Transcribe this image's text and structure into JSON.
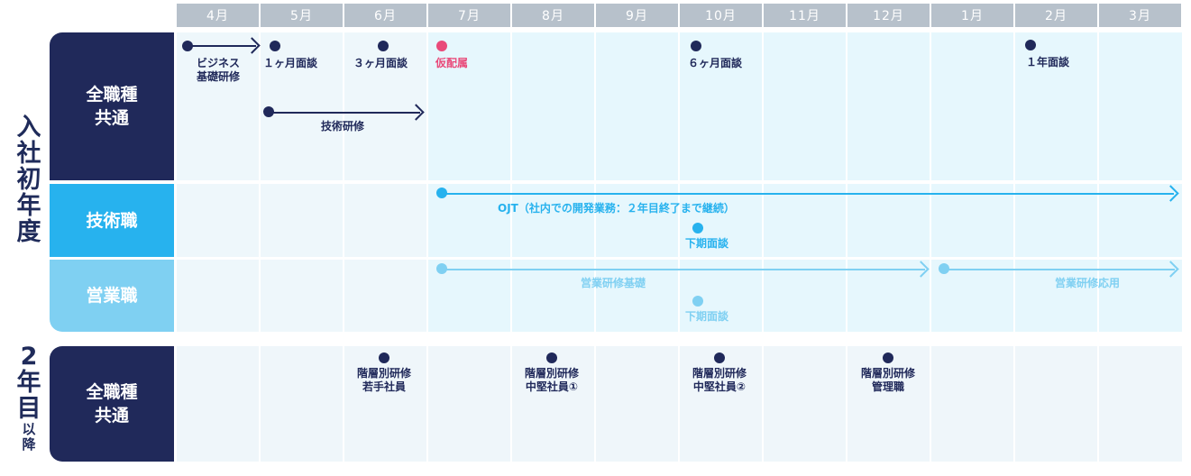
{
  "months": [
    "4月",
    "5月",
    "6月",
    "7月",
    "8月",
    "9月",
    "10月",
    "11月",
    "12月",
    "1月",
    "2月",
    "3月"
  ],
  "colors": {
    "navy": "#20295a",
    "blue": "#27b2ee",
    "lightblue": "#7fd0f2",
    "pink": "#e94a7a",
    "header_gray": "#b7c1cb",
    "cell_light": "#eaf7fd"
  },
  "section_first_year": {
    "vertical_label": [
      "入",
      "社",
      "初",
      "年",
      "度"
    ],
    "rows": [
      {
        "label": [
          "全職種",
          "共通"
        ]
      },
      {
        "label": [
          "技術職"
        ]
      },
      {
        "label": [
          "営業職"
        ]
      }
    ]
  },
  "section_second_year": {
    "vertical_label": [
      "2",
      "年",
      "目"
    ],
    "vertical_suffix": [
      "以",
      "降"
    ],
    "label": [
      "全職種",
      "共通"
    ]
  },
  "events": {
    "business_training": [
      "ビジネス",
      "基礎研修"
    ],
    "interview_1m": "１ヶ月面談",
    "interview_3m": "３ヶ月面談",
    "provisional": "仮配属",
    "interview_6m": "６ヶ月面談",
    "interview_1y": "１年面談",
    "tech_training": "技術研修",
    "ojt": "OJT（社内での開発業務：２年目終了まで継続）",
    "tech_h2_interview": "下期面談",
    "sales_basic": "営業研修基礎",
    "sales_applied": "営業研修応用",
    "sales_h2_interview": "下期面談",
    "tier_young": [
      "階層別研修",
      "若手社員"
    ],
    "tier_mid1": [
      "階層別研修",
      "中堅社員①"
    ],
    "tier_mid2": [
      "階層別研修",
      "中堅社員②"
    ],
    "tier_mgmt": [
      "階層別研修",
      "管理職"
    ]
  }
}
